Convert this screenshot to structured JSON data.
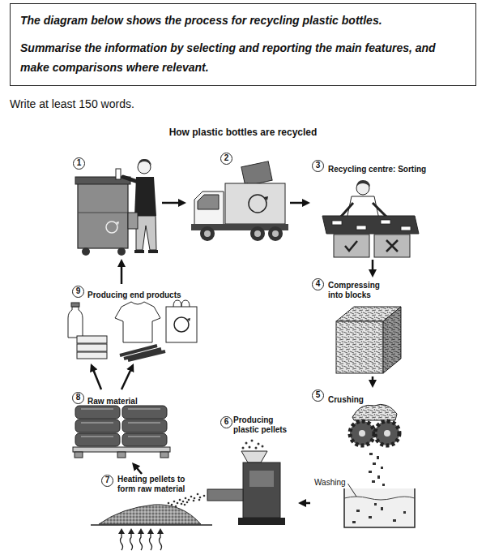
{
  "diagram": {
    "title": "How plastic bottles are recycled",
    "nodes": [
      {
        "text": [
          "The diagram below shows the process for recycling plastic bottles.",
          "Summarise the information by selecting and reporting the main features, and make comparisons where relevant."
        ]
      },
      {
        "text": [
          "1"
        ]
      },
      {
        "text": [
          "2"
        ]
      },
      {
        "text": [
          "3",
          "Recycling centre: Sorting"
        ]
      },
      {
        "text": [
          "4",
          "Compressing into blocks"
        ]
      },
      {
        "text": [
          "5",
          "Crushing"
        ]
      },
      {
        "text": [
          "6",
          "Producing plastic pellets"
        ]
      },
      {
        "text": [
          "7",
          "Heating pellets to form raw material"
        ]
      },
      {
        "text": [
          "8",
          "Raw material"
        ]
      },
      {
        "text": [
          "9",
          "Producing end products"
        ]
      }
    ],
    "edges": [
      {
        "from": 1,
        "to": 2,
        "arrow": "to"
      },
      {
        "from": 2,
        "to": 3,
        "arrow": "to"
      },
      {
        "from": 3,
        "to": 4,
        "arrow": "to"
      },
      {
        "from": 4,
        "to": 5,
        "arrow": "to"
      },
      {
        "from": 5,
        "to": 6,
        "arrow": "to"
      },
      {
        "from": 7,
        "to": 8,
        "arrow": "to"
      },
      {
        "from": 8,
        "to": 9,
        "arrow": "to"
      },
      {
        "from": 8,
        "to": 9,
        "arrow": "to"
      },
      {
        "from": 9,
        "to": 1,
        "arrow": "to"
      }
    ],
    "labels": [
      "Write at least 150 words.",
      "Washing"
    ]
  }
}
